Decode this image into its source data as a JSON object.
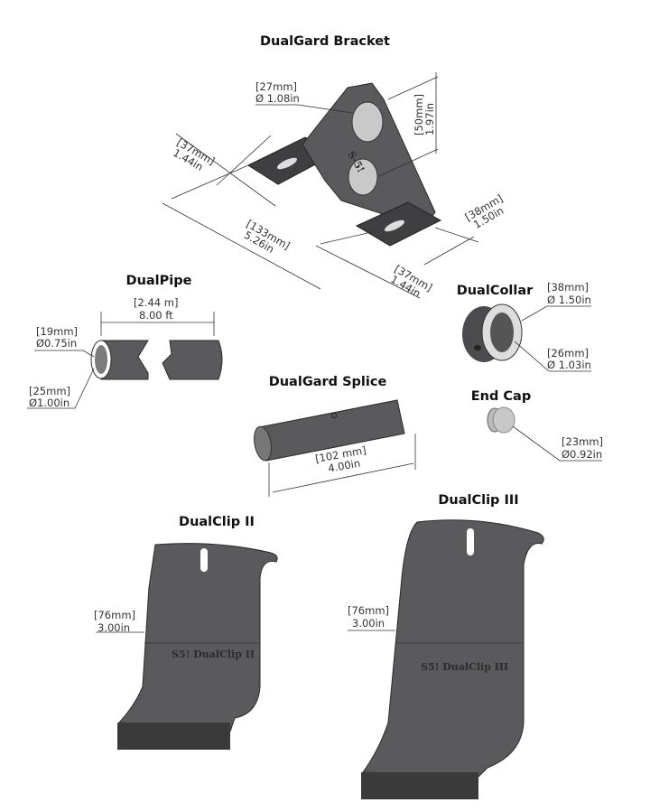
{
  "bracket": {
    "title": "DualGard Bracket",
    "hole_mm": "[27mm]",
    "hole_in": "Ø 1.08in",
    "height_mm": "[50mm]",
    "height_in": "1.97in",
    "left_foot_mm": "[37mm]",
    "left_foot_in": "1.44in",
    "width_mm": "[133mm]",
    "width_in": "5.26in",
    "depth_mm": "[38mm]",
    "depth_in": "1.50in",
    "right_foot_mm": "[37mm]",
    "right_foot_in": "1.44in",
    "logo": "S-5!"
  },
  "pipe": {
    "title": "DualPipe",
    "length_m": "[2.44 m]",
    "length_ft": "8.00 ft",
    "inner_mm": "[19mm]",
    "inner_in": "Ø0.75in",
    "outer_mm": "[25mm]",
    "outer_in": "Ø1.00in"
  },
  "collar": {
    "title": "DualCollar",
    "outer_mm": "[38mm]",
    "outer_in": "Ø 1.50in",
    "inner_mm": "[26mm]",
    "inner_in": "Ø 1.03in"
  },
  "splice": {
    "title": "DualGard Splice",
    "length_mm": "[102 mm]",
    "length_in": "4.00in"
  },
  "endcap": {
    "title": "End Cap",
    "dia_mm": "[23mm]",
    "dia_in": "Ø0.92in"
  },
  "clip2": {
    "title": "DualClip II",
    "width_mm": "[76mm]",
    "width_in": "3.00in",
    "emboss": "S5! DualClip II"
  },
  "clip3": {
    "title": "DualClip III",
    "width_mm": "[76mm]",
    "width_in": "3.00in",
    "emboss": "S5! DualClip III"
  }
}
